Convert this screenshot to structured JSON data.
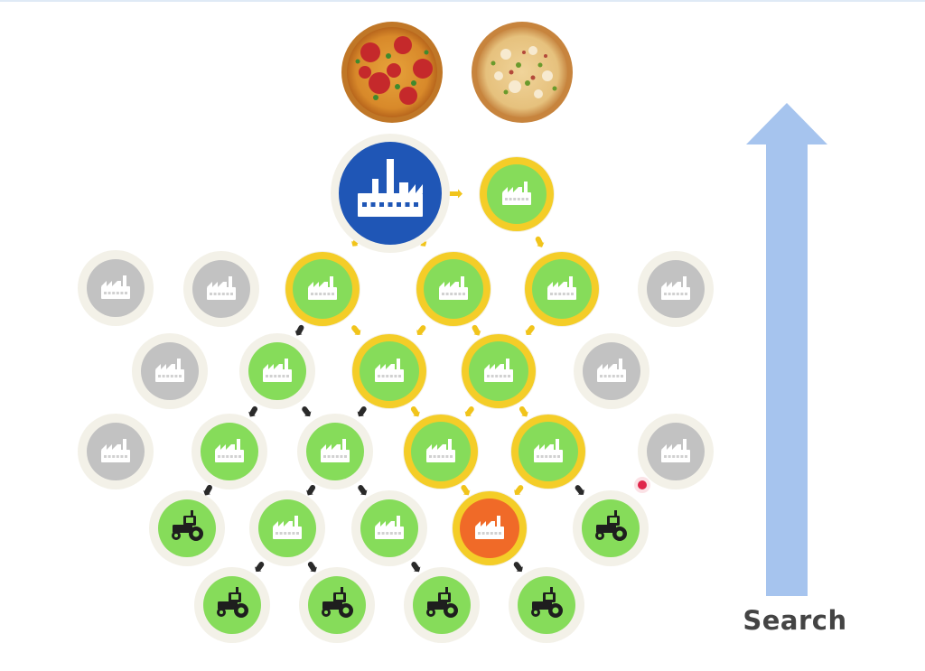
{
  "diagram": {
    "search_label": "Search",
    "colors": {
      "arrow": "#a6c4ee",
      "factory_root": "#1f56b6",
      "highlight_ring": "#f4cd28",
      "green_node": "#86dc5a",
      "grey_node": "#c2c2c2",
      "alert_node": "#f06a28",
      "link_dark": "#2a2a2a",
      "link_yellow": "#f1c41b",
      "halo": "#f3f1e8",
      "error_dot": "#e0244a"
    },
    "products": [
      {
        "name": "pepperoni-pizza",
        "icon": "pizza-icon"
      },
      {
        "name": "vegetable-pizza",
        "icon": "pizza-icon"
      }
    ],
    "node_types": [
      "factory",
      "tractor"
    ]
  }
}
